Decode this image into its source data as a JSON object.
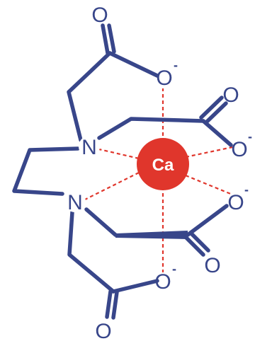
{
  "metal": {
    "symbol": "Ca",
    "color": "#e0362c"
  },
  "bond_color": "#38468a",
  "nitrogen_symbol": "N",
  "carbonyl_oxygen_symbol": "O",
  "carboxylate_oxygen_symbol": "O",
  "charge_symbol": "-"
}
